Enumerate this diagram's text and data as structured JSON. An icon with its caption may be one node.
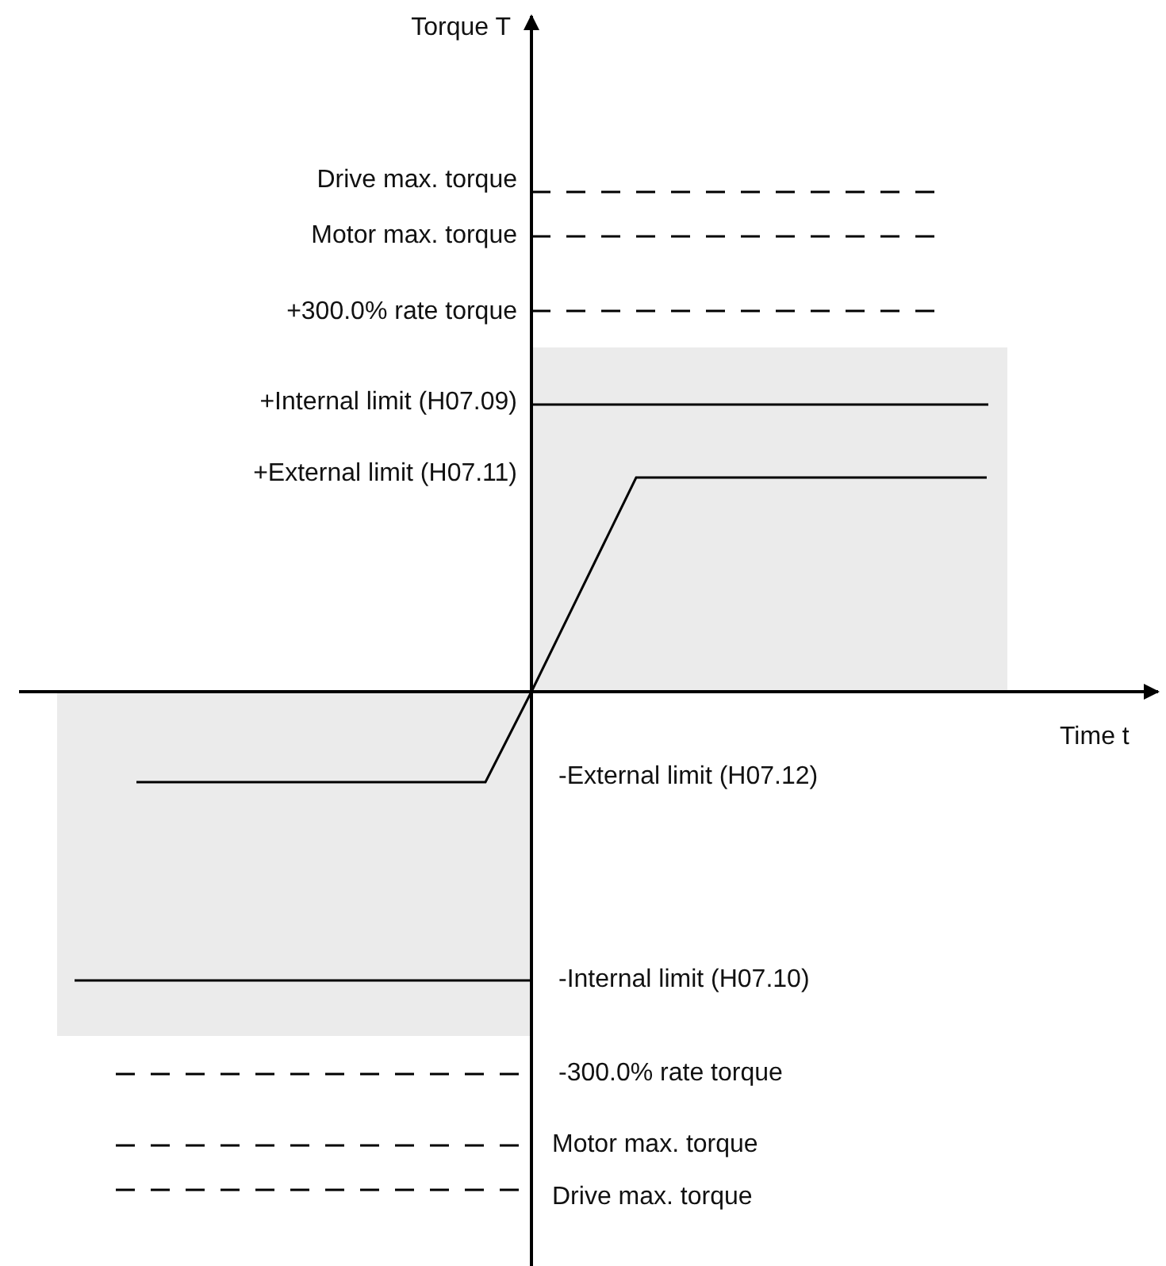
{
  "diagram": {
    "labels": [
      "Torque T",
      "Drive max. torque",
      "Motor max. torque",
      "+300.0% rate torque",
      "+Internal limit (H07.09)",
      "+External limit (H07.11)",
      "Time t",
      "-External limit (H07.12)",
      "-Internal limit (H07.10)",
      "-300.0% rate torque",
      "Motor max. torque",
      "Drive max. torque"
    ]
  }
}
